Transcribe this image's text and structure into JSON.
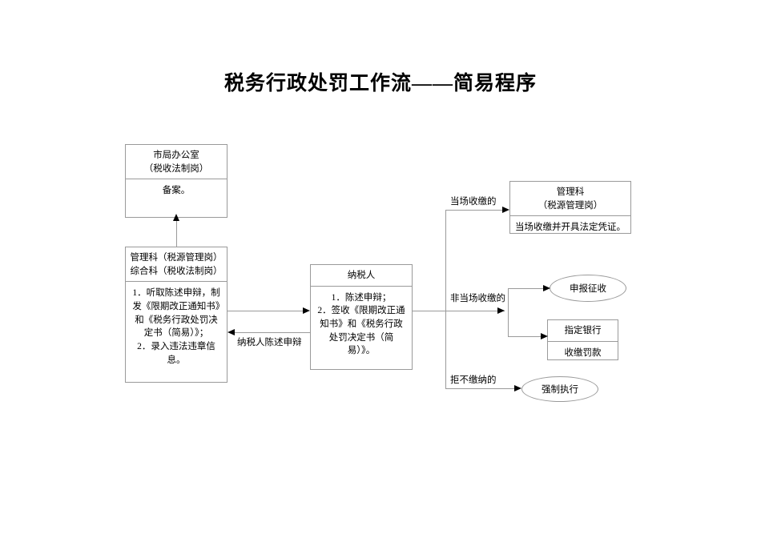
{
  "document": {
    "title": "税务行政处罚工作流——简易程序"
  },
  "nodes": {
    "bureau_office": {
      "header_line1": "市局办公室",
      "header_line2": "（税收法制岗）",
      "body": "备案。"
    },
    "admin_section": {
      "header_line1": "管理科（税源管理岗）",
      "header_line2": "综合科（税收法制岗）",
      "body_line1": "1．听取陈述申辩，制发《限期改正通知书》和《税务行政处罚决定书（简易）》；",
      "body_line2": "2．录入违法违章信息。"
    },
    "taxpayer": {
      "header": "纳税人",
      "body_line1": "1．陈述申辩；",
      "body_line2": "2．签收《限期改正通知书》和《税务行政处罚决定书（简易）》。"
    },
    "management_section": {
      "header_line1": "管理科",
      "header_line2": "（税源管理岗）",
      "body": "当场收缴并开具法定凭证。"
    },
    "declare_collect": {
      "label": "申报征收"
    },
    "designated_bank": {
      "row1": "指定银行",
      "row2": "收缴罚款"
    },
    "enforcement": {
      "label": "强制执行"
    }
  },
  "edge_labels": {
    "taxpayer_statement": "纳税人陈述申辩",
    "on_site_collection": "当场收缴的",
    "off_site_collection": "非当场收缴的",
    "refuse_to_pay": "拒不缴纳的"
  },
  "colors": {
    "border": "#9a9a9a",
    "arrow": "#000000",
    "text": "#000000",
    "background": "#ffffff"
  }
}
